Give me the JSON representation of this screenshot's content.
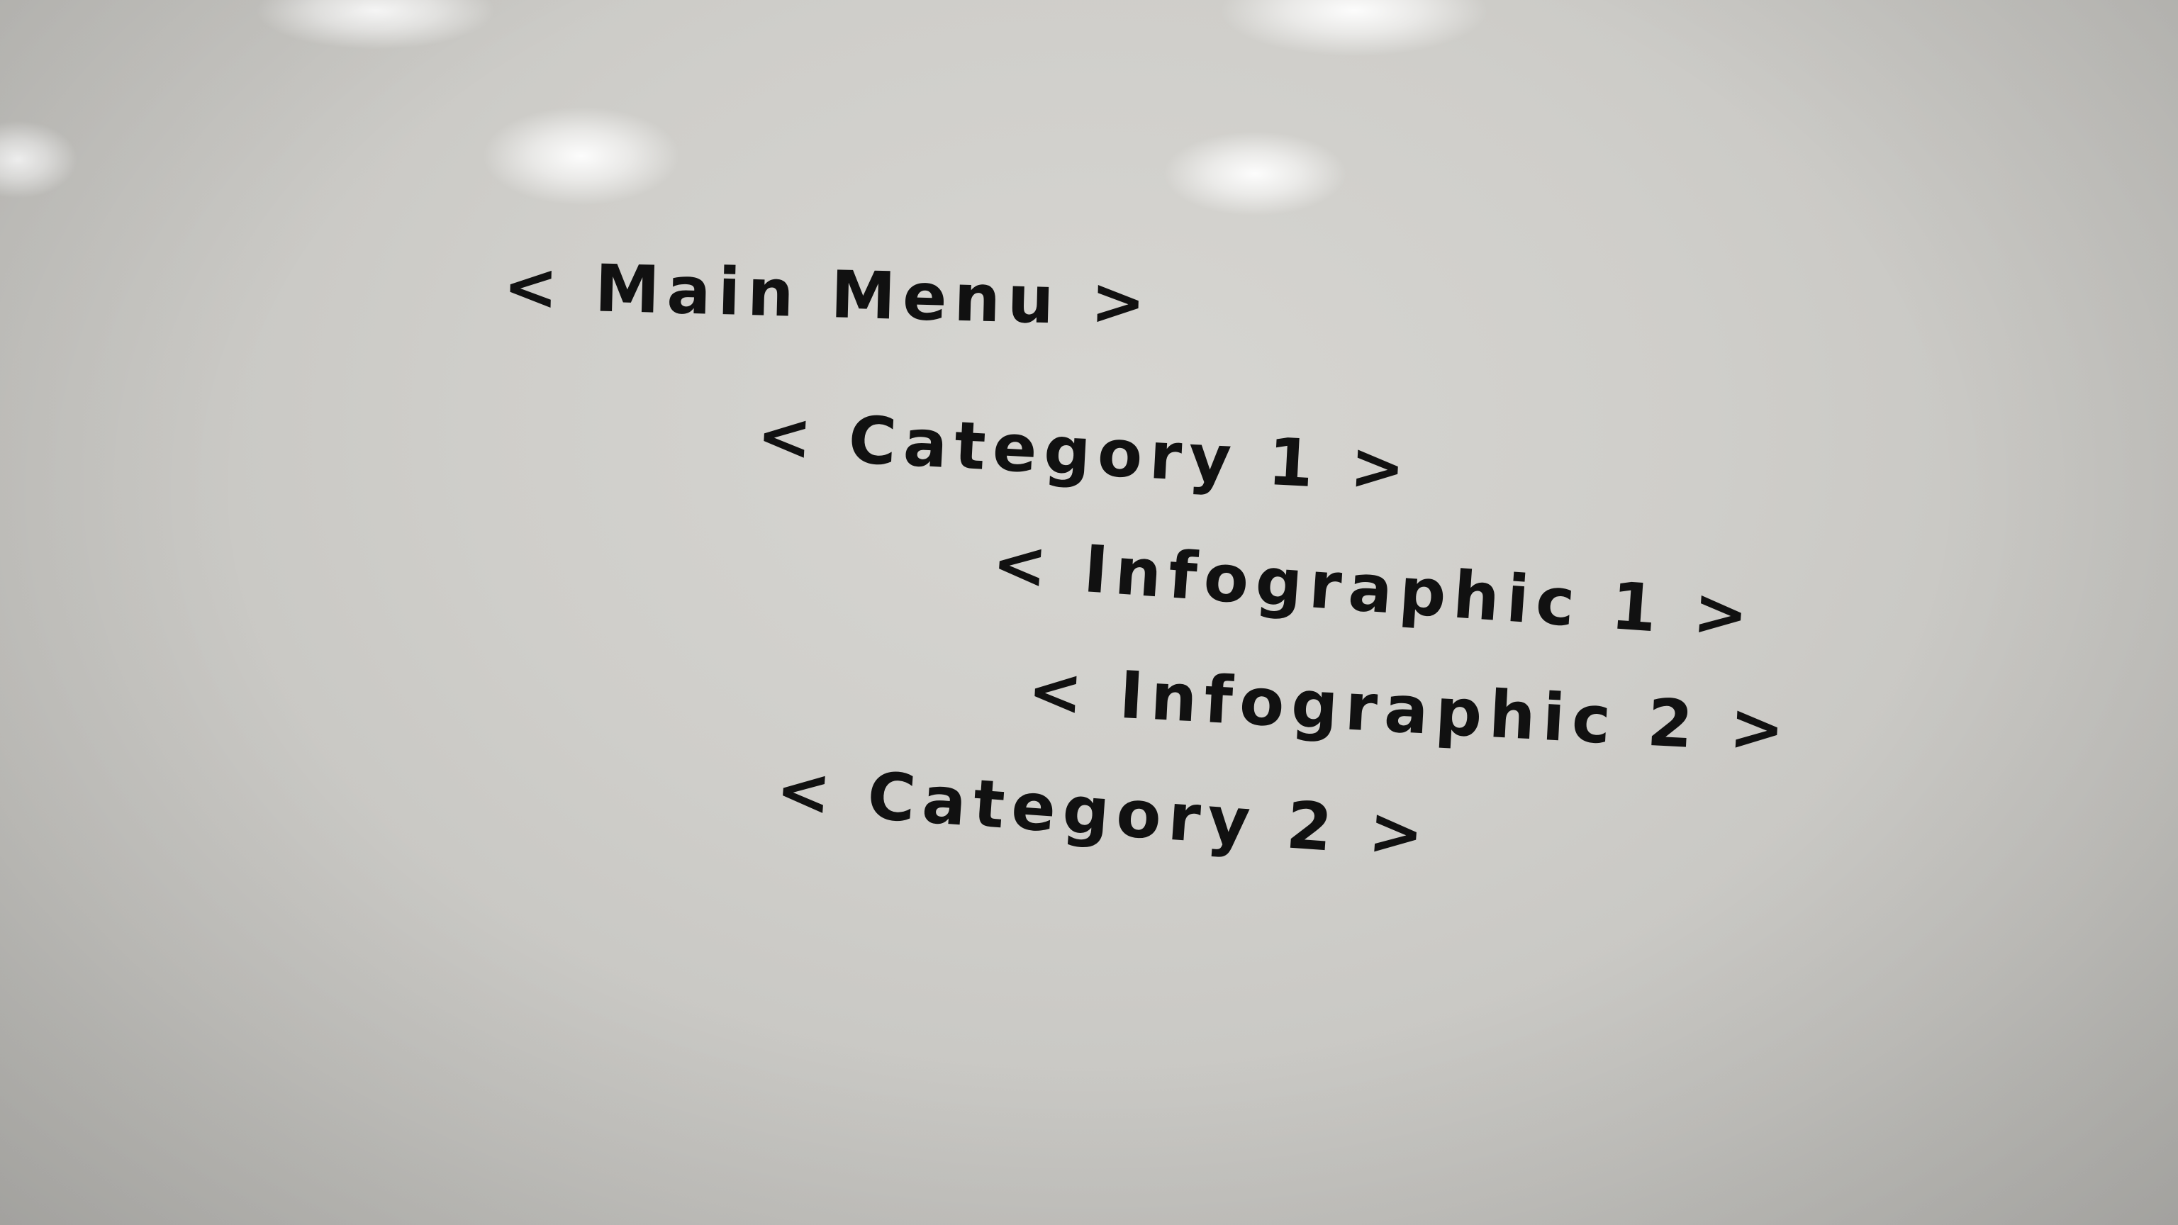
{
  "whiteboard": {
    "lines": [
      {
        "text": "< Main Menu >"
      },
      {
        "text": "< Category 1 >"
      },
      {
        "text": "< Infographic 1 >"
      },
      {
        "text": "< Infographic 2 >"
      },
      {
        "text": "< Category 2 >"
      }
    ]
  },
  "colors": {
    "board": "#cfceca",
    "ink": "#111111",
    "glare": "#ffffff"
  }
}
